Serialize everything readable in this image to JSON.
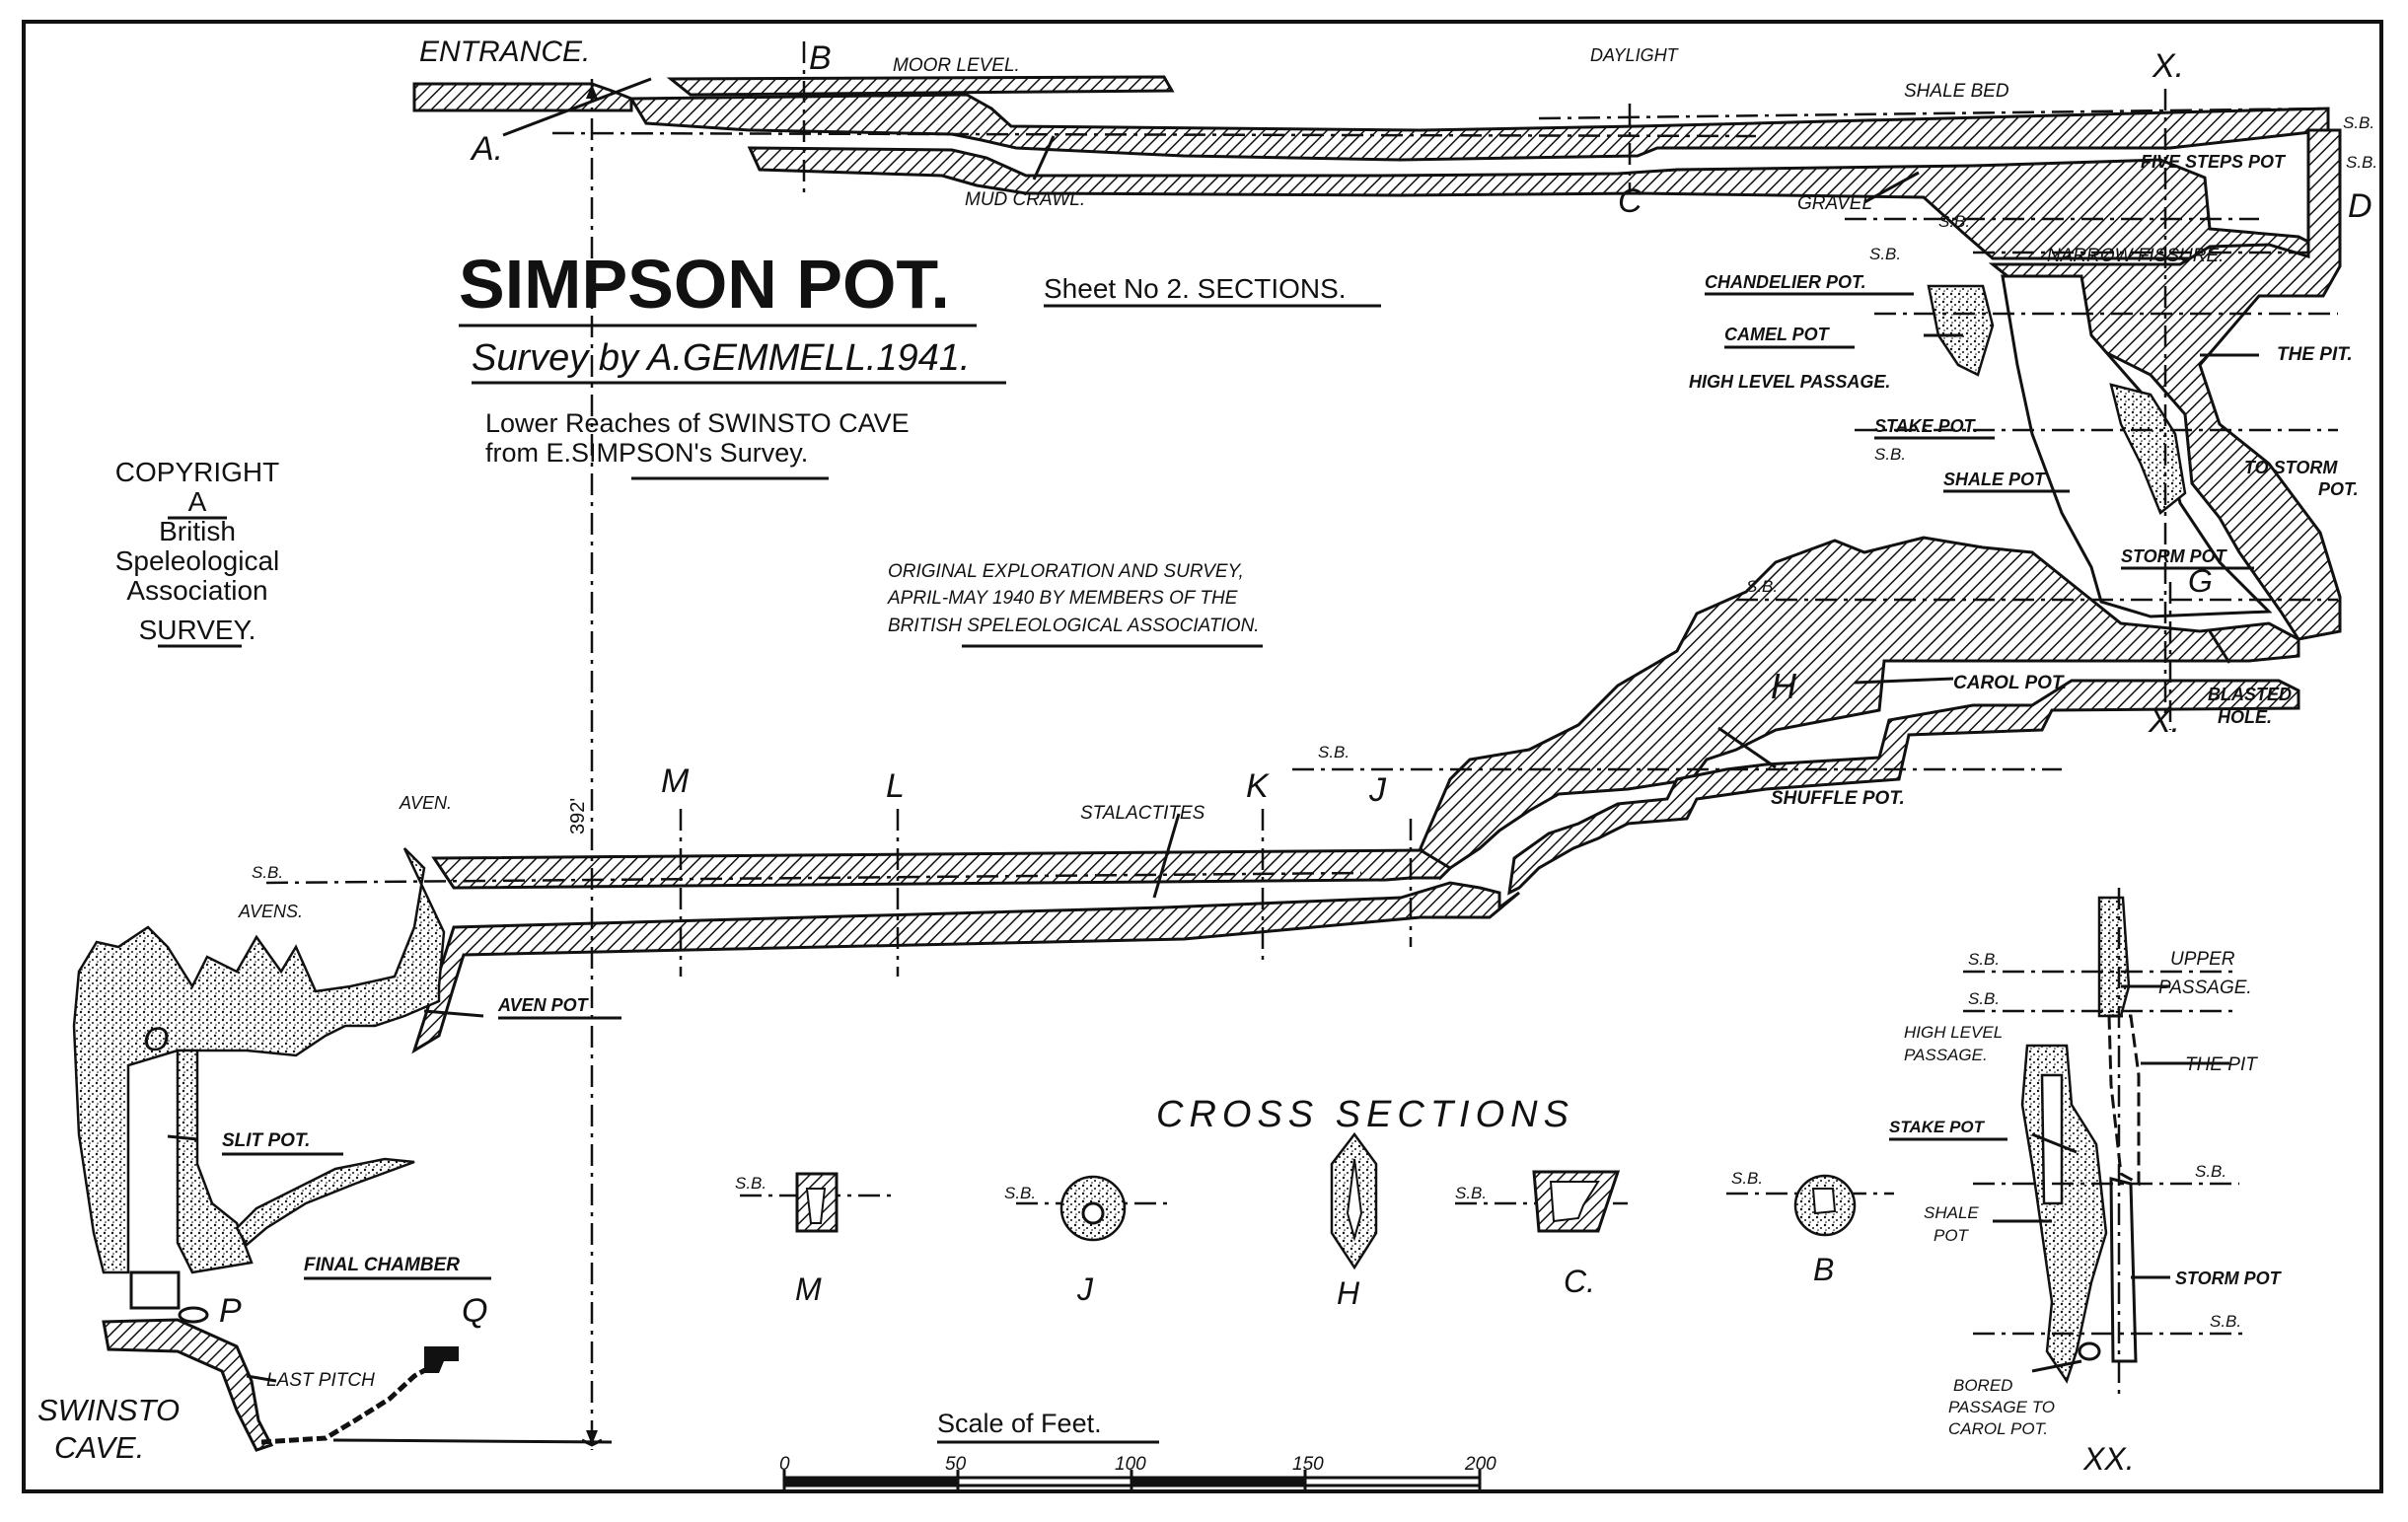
{
  "title": "SIMPSON POT.",
  "sheet": "Sheet No 2. SECTIONS.",
  "survey": "Survey by A.GEMMELL.1941.",
  "lower_reaches": [
    "Lower Reaches of SWINSTO CAVE",
    "from E.SIMPSON's Survey."
  ],
  "copyright": [
    "COPYRIGHT",
    "A",
    "British",
    "Speleological",
    "Association",
    "SURVEY."
  ],
  "exploration": [
    "ORIGINAL EXPLORATION AND SURVEY,",
    "APRIL-MAY 1940 BY MEMBERS OF THE",
    "BRITISH SPELEOLOGICAL ASSOCIATION."
  ],
  "depth_label": "392'",
  "labels": {
    "entrance": "ENTRANCE.",
    "moor_level": "MOOR LEVEL.",
    "daylight": "DAYLIGHT",
    "shale_bed": "SHALE BED",
    "mud_crawl": "MUD CRAWL.",
    "gravel": "GRAVEL",
    "five_steps_pot": "FIVE STEPS POT",
    "narrow_fissure": "NARROW FISSURE.",
    "chandelier_pot": "CHANDELIER POT.",
    "camel_pot": "CAMEL POT",
    "high_level_passage": "HIGH LEVEL PASSAGE.",
    "the_pit": "THE PIT.",
    "stake_pot": "STAKE POT.",
    "shale_pot": "SHALE POT",
    "to_storm_pot": [
      "TO STORM",
      "POT."
    ],
    "storm_pot": "STORM POT",
    "carol_pot": "CAROL POT.",
    "blasted_hole": [
      "BLASTED",
      "HOLE."
    ],
    "shuffle_pot": "SHUFFLE POT.",
    "stalactites": "STALACTITES",
    "aven": "AVEN.",
    "avens": "AVENS.",
    "aven_pot": "AVEN POT",
    "slit_pot": "SLIT POT.",
    "final_chamber": "FINAL CHAMBER",
    "last_pitch": "LAST PITCH",
    "swinsto_cave": [
      "SWINSTO",
      "CAVE."
    ],
    "sb": "S.B."
  },
  "letters": {
    "a": "A.",
    "b": "B",
    "c": "C",
    "d": "D",
    "g": "G",
    "h": "H",
    "j": "J",
    "k": "K",
    "l": "L",
    "m": "M",
    "o": "O",
    "p": "P",
    "q": "Q",
    "x_top": "X.",
    "x_bottom": "X."
  },
  "cross_sections": {
    "heading": "CROSS SECTIONS",
    "items": [
      "M",
      "J",
      "H",
      "C.",
      "B"
    ]
  },
  "xx_section": {
    "upper_passage": [
      "UPPER",
      "PASSAGE."
    ],
    "the_pit": "THE PIT",
    "high_level_passage": [
      "HIGH LEVEL",
      "PASSAGE."
    ],
    "stake_pot": "STAKE POT",
    "shale_pot": [
      "SHALE",
      "POT"
    ],
    "storm_pot": "STORM POT",
    "bored_passage": [
      "BORED",
      "PASSAGE TO",
      "CAROL POT."
    ],
    "label": "XX."
  },
  "scale": {
    "title": "Scale of Feet.",
    "ticks": [
      "0",
      "50",
      "100",
      "150",
      "200"
    ]
  }
}
